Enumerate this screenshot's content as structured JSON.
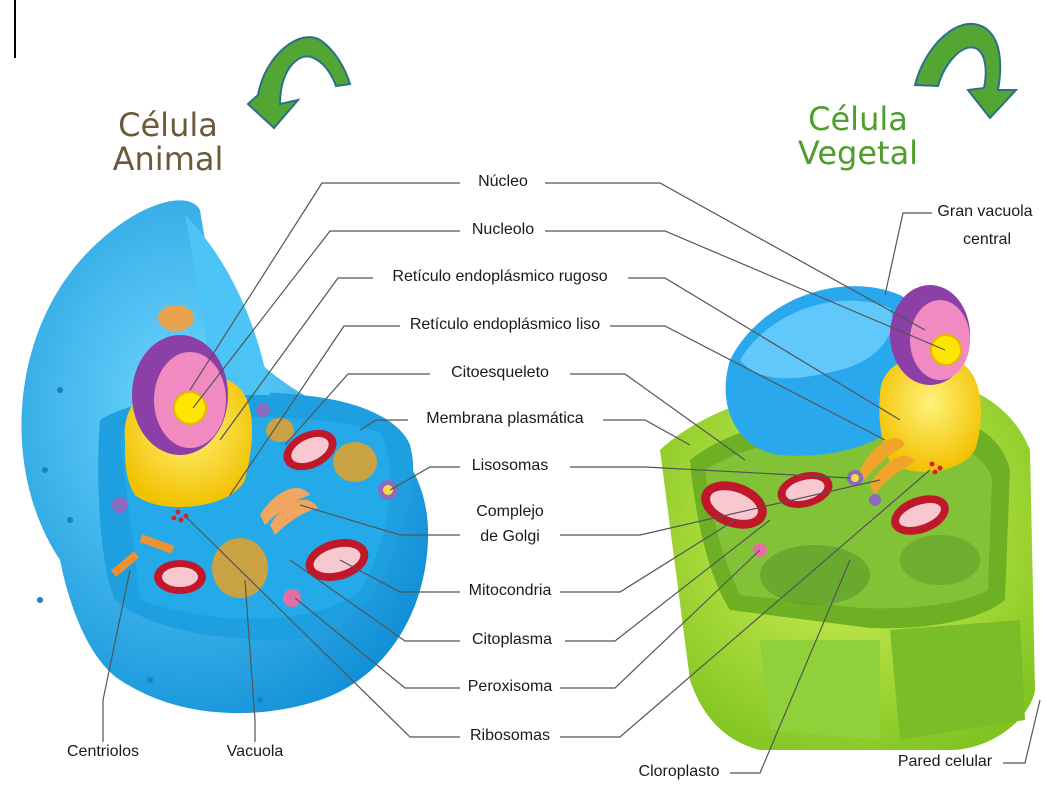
{
  "titles": {
    "animal": [
      "Célula",
      "Animal"
    ],
    "vegetal": [
      "Célula",
      "Vegetal"
    ]
  },
  "colors": {
    "animal_title": "#6b5a3a",
    "vegetal_title": "#4f9e2c",
    "arrow": "#4a9a2c",
    "leader_line": "#555555"
  },
  "labels": {
    "nucleo": "Núcleo",
    "nucleolo": "Nucleolo",
    "rer": "Retículo endoplásmico rugoso",
    "rel": "Retículo endoplásmico liso",
    "citoesqueleto": "Citoesqueleto",
    "membrana": "Membrana plasmática",
    "lisosomas": "Lisosomas",
    "golgi_1": "Complejo",
    "golgi_2": "de Golgi",
    "mitocondria": "Mitocondria",
    "citoplasma": "Citoplasma",
    "peroxisoma": "Peroxisoma",
    "ribosomas": "Ribosomas",
    "centriolos": "Centriolos",
    "vacuola": "Vacuola",
    "gran_vacuola_1": "Gran vacuola",
    "gran_vacuola_2": "central",
    "cloroplasto": "Cloroplasto",
    "pared": "Pared celular"
  },
  "icons": [
    "curved-arrow-icon"
  ]
}
